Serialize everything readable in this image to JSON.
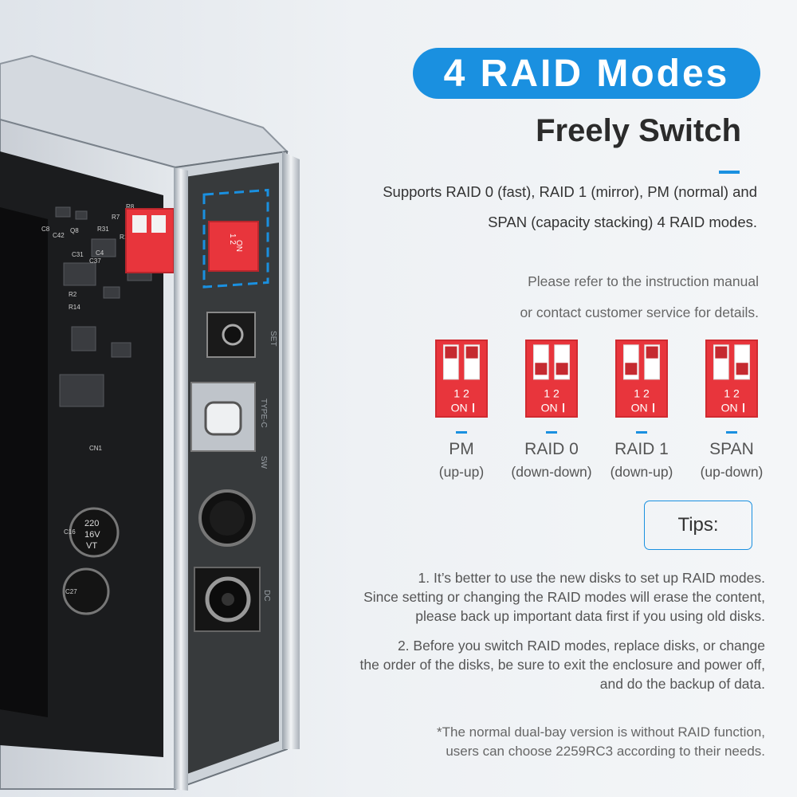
{
  "header": {
    "title": "4 RAID Modes",
    "subtitle": "Freely Switch"
  },
  "description": {
    "line1": "Supports RAID 0 (fast), RAID 1 (mirror), PM (normal) and",
    "line2": "SPAN (capacity stacking) 4 RAID modes."
  },
  "note": {
    "line1": "Please refer to the instruction manual",
    "line2": "or contact customer service for details."
  },
  "switch_labels": {
    "numbers": "1 2",
    "on": "ON"
  },
  "modes": [
    {
      "name": "PM",
      "position": "(up-up)",
      "switch1": "up",
      "switch2": "up"
    },
    {
      "name": "RAID 0",
      "position": "(down-down)",
      "switch1": "down",
      "switch2": "down"
    },
    {
      "name": "RAID 1",
      "position": "(down-up)",
      "switch1": "down",
      "switch2": "up"
    },
    {
      "name": "SPAN",
      "position": "(up-down)",
      "switch1": "up",
      "switch2": "down"
    }
  ],
  "tips": {
    "label": "Tips:",
    "tip1": [
      "1. It’s better to use the new disks to set up RAID modes.",
      "Since setting or changing the RAID modes will erase the content,",
      "please back up important data first if you using old disks."
    ],
    "tip2": [
      "2. Before you switch RAID modes, replace disks, or change",
      "the order of the disks, be sure to exit the  enclosure and power off,",
      "and do the backup of data."
    ]
  },
  "footnote": {
    "line1": "*The normal dual-bay version is without RAID function,",
    "line2": "users can choose 2259RC3 according to their needs."
  },
  "device_labels": {
    "pcb": [
      "C8",
      "C42",
      "Q8",
      "R31",
      "C31",
      "C37",
      "C4",
      "R2",
      "R14",
      "C16",
      "C27",
      "CN1",
      "R11",
      "R7",
      "R8"
    ],
    "capacitor": [
      "220",
      "16V",
      "VT"
    ],
    "dip": [
      "1 2",
      "ON"
    ],
    "ports": [
      "SET",
      "TYPE-C",
      "SW",
      "DC"
    ]
  },
  "colors": {
    "accent": "#1a90e0",
    "switch_red": "#e8353c",
    "title_text": "#ffffff"
  }
}
